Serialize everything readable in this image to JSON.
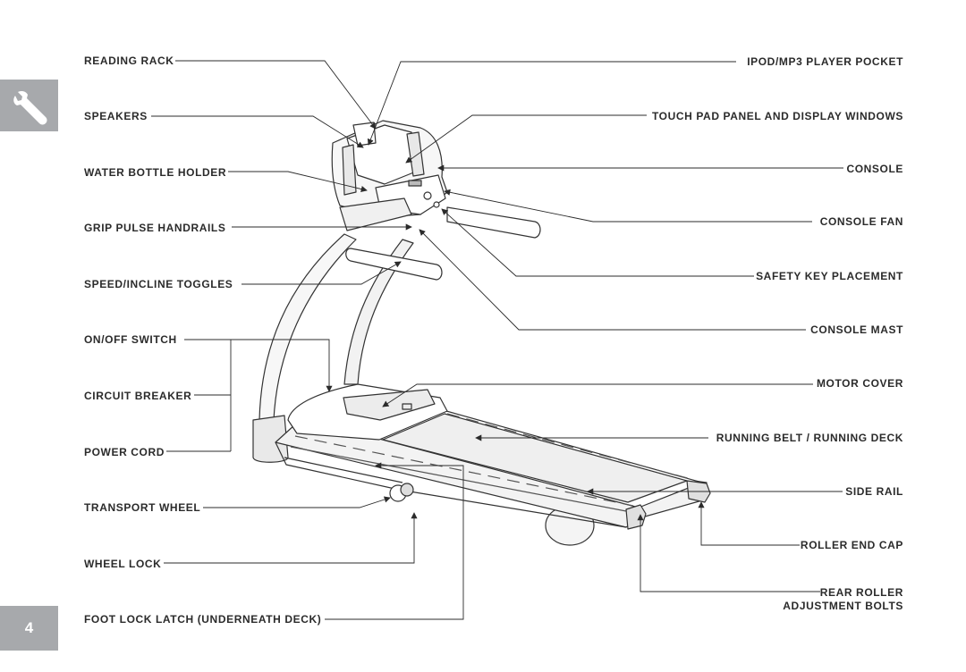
{
  "page": {
    "number": "4",
    "section_icon": "wrench-icon",
    "tab_color": "#a7a9ac"
  },
  "labels_left": [
    "READING RACK",
    "SPEAKERS",
    "WATER BOTTLE HOLDER",
    "GRIP PULSE HANDRAILS",
    "SPEED/INCLINE TOGGLES",
    "ON/OFF SWITCH",
    "CIRCUIT BREAKER",
    "POWER CORD",
    "TRANSPORT WHEEL",
    "WHEEL LOCK",
    "FOOT LOCK LATCH (UNDERNEATH DECK)"
  ],
  "labels_right": [
    "IPOD/MP3 PLAYER POCKET",
    "TOUCH PAD PANEL AND DISPLAY WINDOWS",
    "CONSOLE",
    "CONSOLE FAN",
    "SAFETY KEY PLACEMENT",
    "CONSOLE MAST",
    "MOTOR COVER",
    "RUNNING BELT / RUNNING DECK",
    "SIDE RAIL",
    "ROLLER END CAP",
    "REAR ROLLER",
    "ADJUSTMENT BOLTS"
  ]
}
